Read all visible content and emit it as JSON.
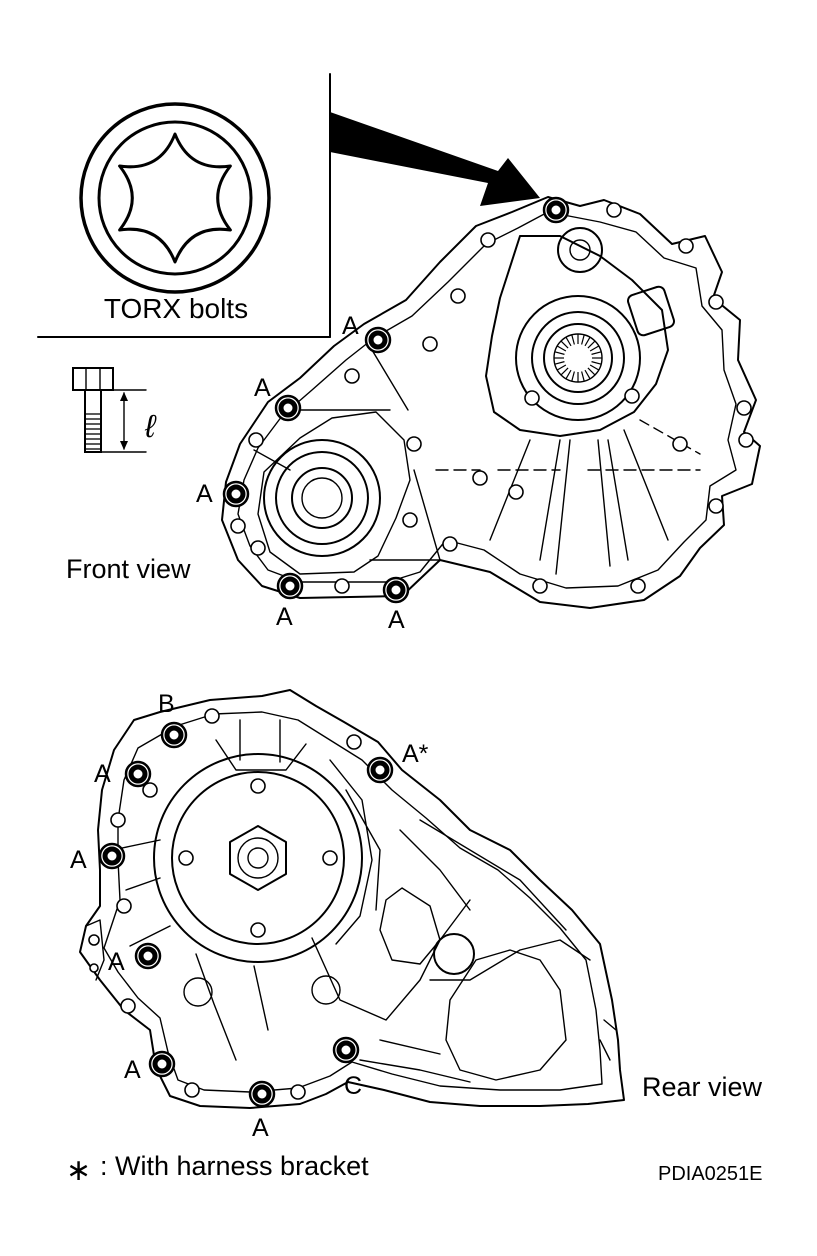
{
  "inset": {
    "label": "TORX bolts",
    "icon": "torx-socket-icon"
  },
  "bolt_length_symbol": "ℓ",
  "front_view": {
    "caption": "Front view",
    "labels": [
      "A",
      "A",
      "A",
      "A",
      "A"
    ]
  },
  "rear_view": {
    "caption": "Rear view",
    "labels": [
      "B",
      "A",
      "A",
      "A",
      "A",
      "A",
      "A*",
      "C"
    ]
  },
  "legend": {
    "marker": "∗",
    "text": ": With harness bracket"
  },
  "figure_code": "PDIA0251E"
}
